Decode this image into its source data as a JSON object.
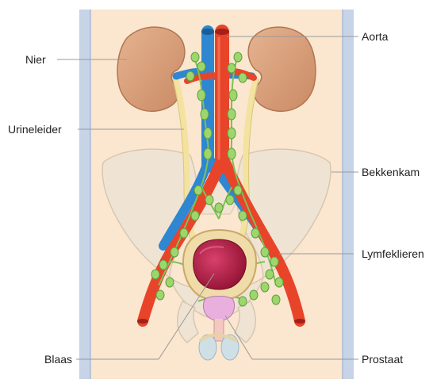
{
  "labels": {
    "nier": "Nier",
    "urineleider": "Urineleider",
    "blaas": "Blaas",
    "aorta": "Aorta",
    "bekkenkam": "Bekkenkam",
    "lymfeklieren": "Lymfeklieren",
    "prostaat": "Prostaat"
  },
  "colors": {
    "skin": "#fbe6cf",
    "body_edge": "#b8c9e0",
    "bone": "#efe4d4",
    "kidney": "#d9a07a",
    "ureter": "#f3e2a0",
    "artery": "#e8442a",
    "vein": "#2f86d1",
    "lymph_node": "#9ed66e",
    "bladder_inner": "#b8173e",
    "prostate": "#e9b0de",
    "leader_line": "#999999"
  }
}
